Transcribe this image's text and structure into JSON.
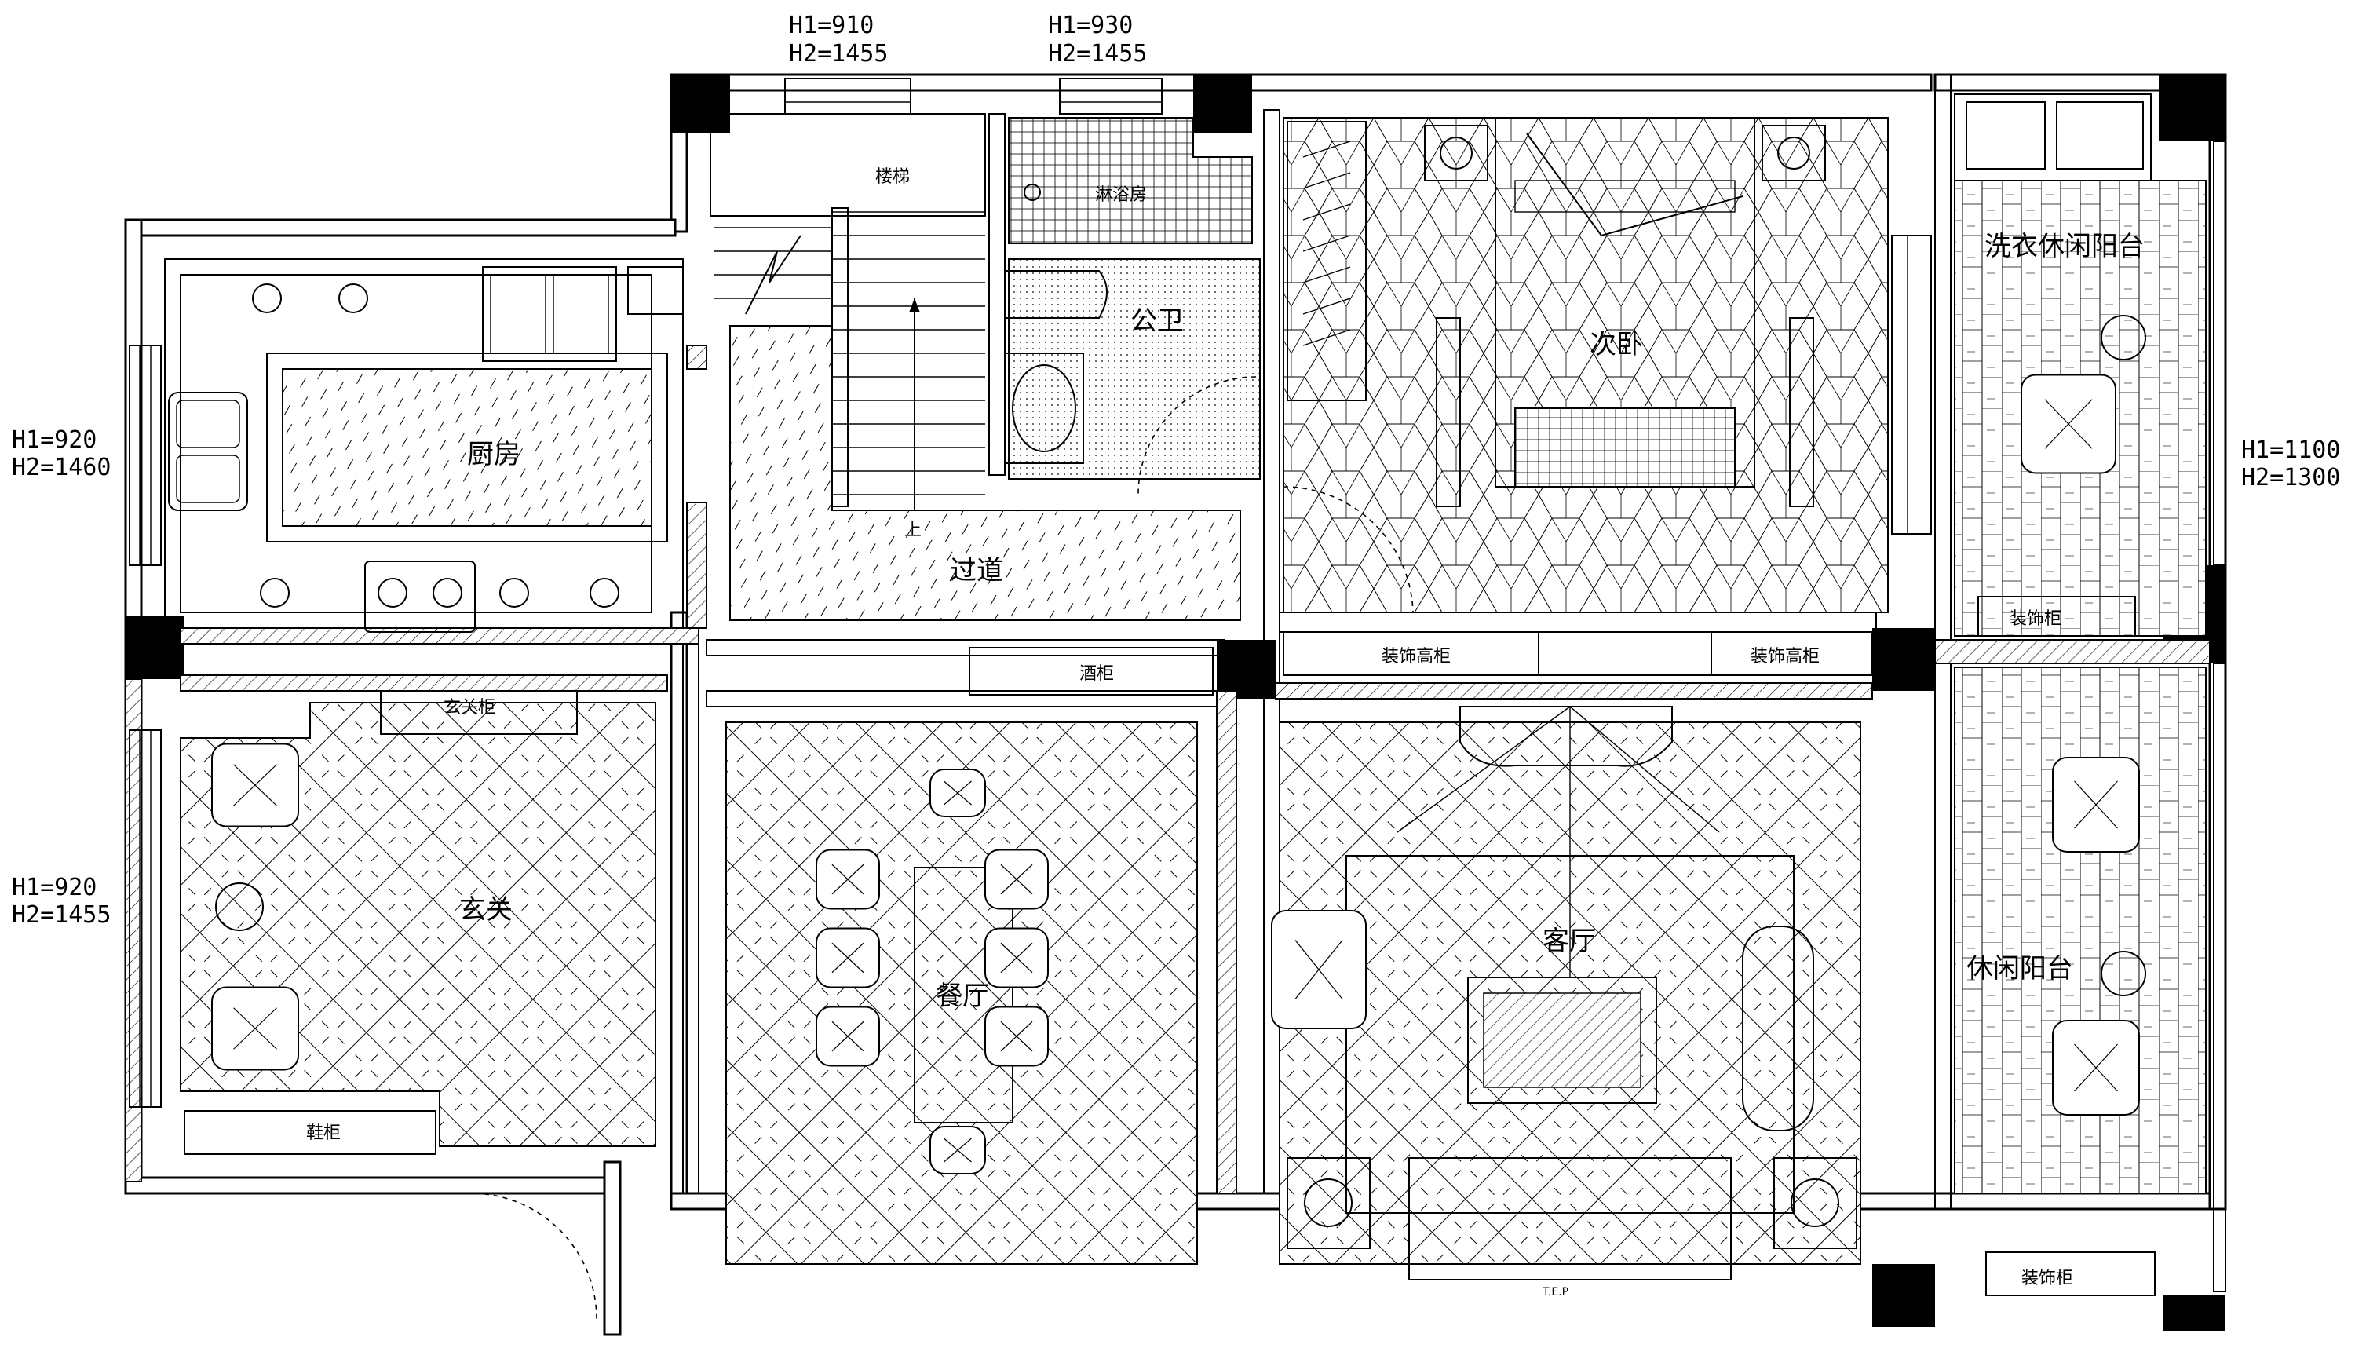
{
  "rooms": {
    "kitchen": "厨房",
    "stairs": "楼梯",
    "shower": "淋浴房",
    "bathroom": "公卫",
    "corridor": "过道",
    "second_bedroom": "次卧",
    "laundry_balcony": "洗衣休闲阳台",
    "leisure_balcony": "休闲阳台",
    "foyer": "玄关",
    "dining": "餐厅",
    "living": "客厅"
  },
  "fixtures": {
    "foyer_cabinet": "玄关柜",
    "shoe_cabinet": "鞋柜",
    "wine_cabinet": "酒柜",
    "deco_tall_cabinet_left": "装饰高柜",
    "deco_tall_cabinet_right": "装饰高柜",
    "deco_cabinet_upper": "装饰柜",
    "deco_cabinet_lower": "装饰柜",
    "stair_up": "上",
    "tv_label": "T.E.P"
  },
  "dimensions": {
    "top_left": {
      "h1": "H1=910",
      "h2": "H2=1455"
    },
    "top_right": {
      "h1": "H1=930",
      "h2": "H2=1455"
    },
    "left_upper": {
      "h1": "H1=920",
      "h2": "H2=1460"
    },
    "left_lower": {
      "h1": "H1=920",
      "h2": "H2=1455"
    },
    "right": {
      "h1": "H1=1100",
      "h2": "H2=1300"
    }
  }
}
